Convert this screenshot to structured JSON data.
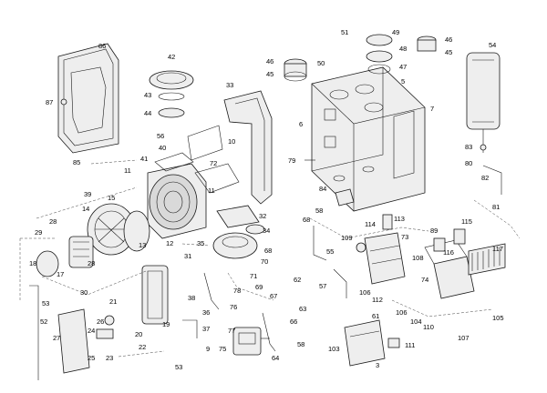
{
  "labels": [
    "86",
    "87",
    "85",
    "42",
    "43",
    "44",
    "56",
    "40",
    "41",
    "72",
    "10",
    "33",
    "11",
    "39",
    "15",
    "14",
    "28",
    "29",
    "18",
    "17",
    "28",
    "30",
    "53",
    "52",
    "12",
    "11",
    "13",
    "35",
    "31",
    "32",
    "34",
    "58",
    "68",
    "84",
    "79",
    "6",
    "7",
    "51",
    "50",
    "49",
    "48",
    "46",
    "45",
    "47",
    "5",
    "46",
    "45",
    "54",
    "83",
    "80",
    "82",
    "81",
    "21",
    "26",
    "24",
    "25",
    "23",
    "22",
    "27",
    "20",
    "19",
    "38",
    "36",
    "37",
    "9",
    "53",
    "76",
    "78",
    "77",
    "75",
    "71",
    "70",
    "69",
    "68",
    "62",
    "63",
    "67",
    "64",
    "66",
    "58",
    "55",
    "57",
    "114",
    "113",
    "109",
    "73",
    "106",
    "112",
    "106",
    "104",
    "110",
    "107",
    "105",
    "74",
    "116",
    "89",
    "115",
    "117",
    "108",
    "103",
    "61",
    "111",
    "3"
  ]
}
